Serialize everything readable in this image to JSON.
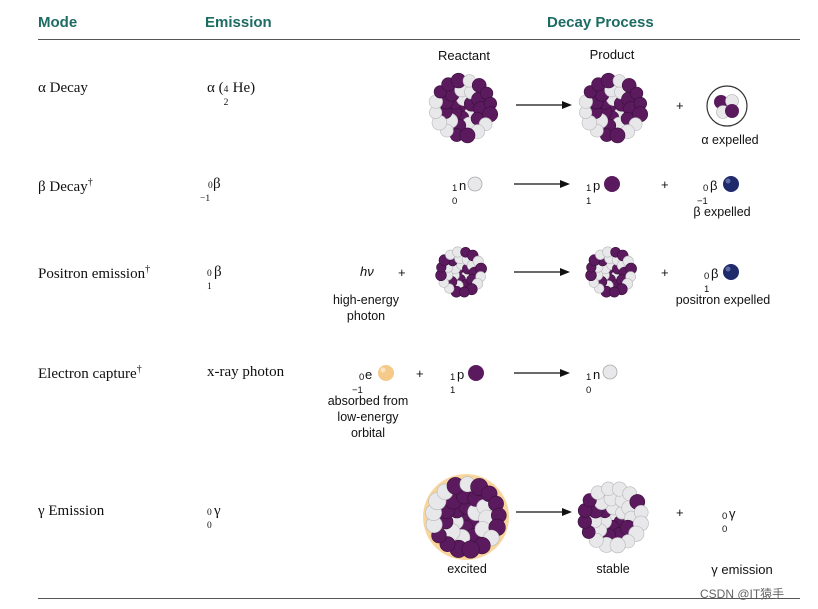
{
  "header": {
    "mode": "Mode",
    "emission": "Emission",
    "decay_process": "Decay Process",
    "reactant": "Reactant",
    "product": "Product"
  },
  "rows": [
    {
      "mode": "α Decay",
      "emission": "α (",
      "emission_mass": "4",
      "emission_atomic": "2",
      "emission_symbol": "He)",
      "expelled_label": "α expelled"
    },
    {
      "mode": "β Decay",
      "dagger": "†",
      "emission_mass": "0",
      "emission_atomic": "−1",
      "emission_symbol": "β",
      "reactant_mass": "1",
      "reactant_atomic": "0",
      "reactant_symbol": "n",
      "product_mass": "1",
      "product_atomic": "1",
      "product_symbol": "p",
      "expelled_mass": "0",
      "expelled_atomic": "−1",
      "expelled_symbol": "β",
      "expelled_label": "β expelled"
    },
    {
      "mode": "Positron emission",
      "dagger": "†",
      "emission_mass": "0",
      "emission_atomic": "1",
      "emission_symbol": "β",
      "photon_symbol": "hν",
      "photon_label_1": "high-energy",
      "photon_label_2": "photon",
      "expelled_mass": "0",
      "expelled_atomic": "1",
      "expelled_symbol": "β",
      "expelled_label": "positron expelled"
    },
    {
      "mode": "Electron capture",
      "dagger": "†",
      "emission": "x-ray photon",
      "electron_mass": "0",
      "electron_atomic": "−1",
      "electron_symbol": "e",
      "electron_label_1": "absorbed from",
      "electron_label_2": "low-energy",
      "electron_label_3": "orbital",
      "proton_mass": "1",
      "proton_atomic": "1",
      "proton_symbol": "p",
      "neutron_mass": "1",
      "neutron_atomic": "0",
      "neutron_symbol": "n"
    },
    {
      "mode": "γ Emission",
      "emission_mass": "0",
      "emission_atomic": "0",
      "emission_symbol": "γ",
      "gamma_mass": "0",
      "gamma_atomic": "0",
      "gamma_symbol": "γ",
      "reactant_label": "excited",
      "product_label": "stable",
      "expelled_label": "γ emission"
    }
  ],
  "plus": "+",
  "watermark": "CSDN @IT猿手",
  "colors": {
    "header": "#1d6b63",
    "proton": "#5b1a5e",
    "neutron": "#e8e8ea",
    "beta": "#1f2a6b",
    "electron": "#f4c98a",
    "excited_glow": "#f2b24a"
  }
}
